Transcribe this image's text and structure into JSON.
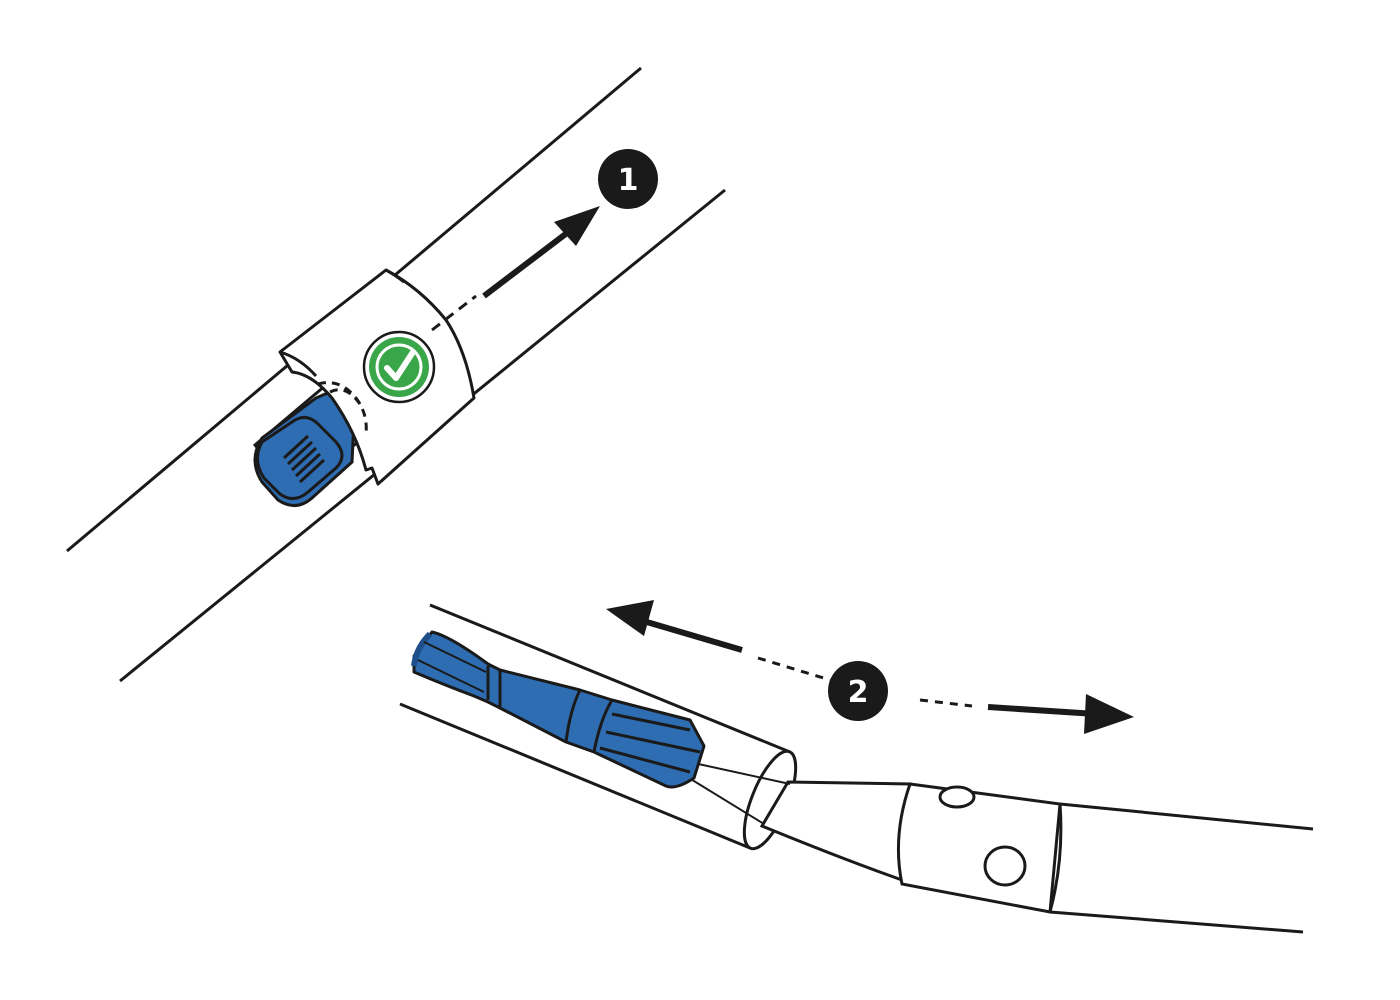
{
  "steps": [
    {
      "number": "1",
      "direction": "up-right"
    },
    {
      "number": "2",
      "direction": "left-and-right"
    }
  ],
  "icons": {
    "confirm": "check-circle-icon",
    "step_arrow": "arrow-icon"
  },
  "colors": {
    "outline": "#1a1a1a",
    "blue_part": "#2f6db3",
    "blue_dark": "#1e4f8a",
    "check_green": "#3aa64a",
    "badge_dark": "#1a1a1a",
    "background": "#ffffff"
  }
}
